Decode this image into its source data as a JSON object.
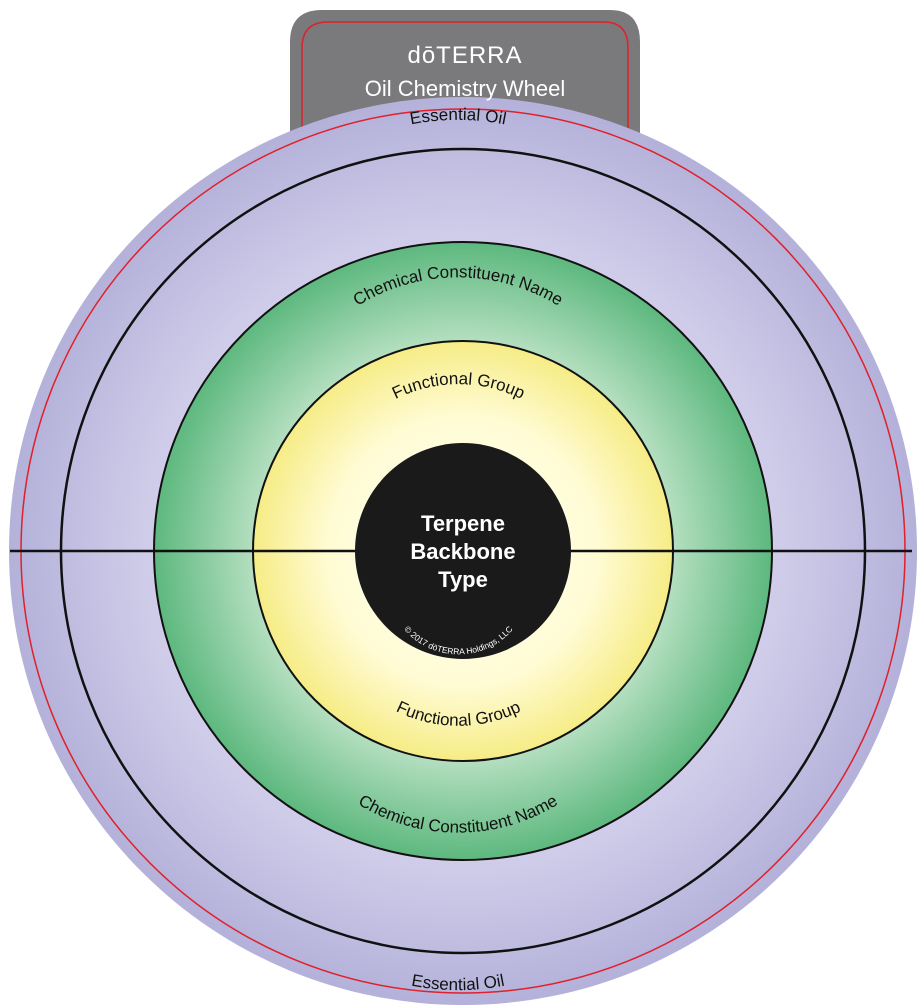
{
  "header": {
    "brand": "dōTERRA",
    "title": "Oil Chemistry Wheel"
  },
  "rings": {
    "outer_top": "Essential Oil",
    "outer_bottom": "Essential Oil",
    "middle_top": "Chemical Constituent Name",
    "middle_bottom": "Chemical Constituent Name",
    "inner_top": "Functional Group",
    "inner_bottom": "Functional Group"
  },
  "center": {
    "line1": "Terpene",
    "line2": "Backbone",
    "line3": "Type",
    "copyright": "© 2017 dōTERRA Holdings, LLC"
  },
  "colors": {
    "outer_ring": "#b9b7dd",
    "outer_ring_light": "#d8d6ee",
    "middle_ring": "#5fb980",
    "middle_ring_light": "#bfe3c9",
    "inner_ring": "#f7ef8e",
    "inner_ring_light": "#fffbd8",
    "center": "#1a1a1a",
    "tab": "#7a7a7c",
    "accent_line": "#e0202a",
    "divider": "#111111"
  }
}
